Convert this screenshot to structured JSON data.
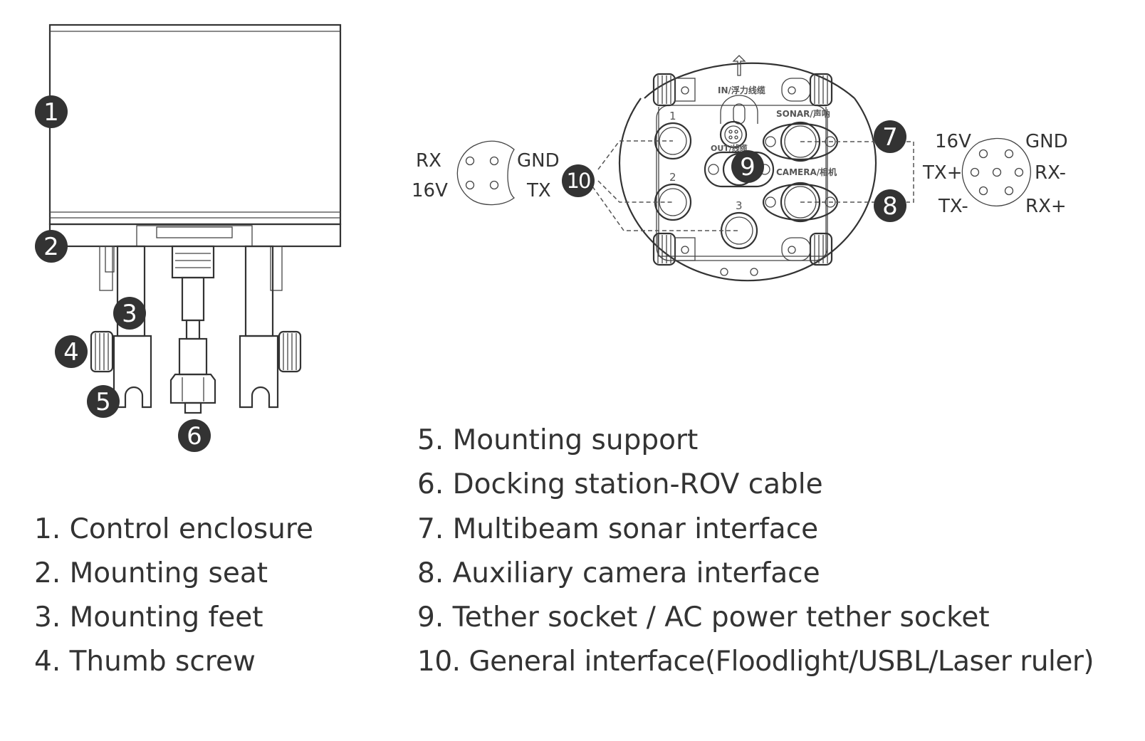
{
  "callouts": {
    "c1": "1",
    "c2": "2",
    "c3": "3",
    "c4": "4",
    "c5": "5",
    "c6": "6",
    "c7": "7",
    "c8": "8",
    "c9": "9",
    "c10": "10"
  },
  "pinout_4pin": {
    "top_left": "RX",
    "top_right": "GND",
    "bottom_left": "16V",
    "bottom_right": "TX"
  },
  "pinout_6pin": {
    "top_left": "16V",
    "top_right": "GND",
    "mid_left": "TX+",
    "mid_right": "RX-",
    "bottom_left": "TX-",
    "bottom_right": "RX+"
  },
  "panel_labels": {
    "in_label": "IN/浮力线缆",
    "sonar_label": "SONAR/声呐",
    "camera_label": "CAMERA/相机",
    "out_label": "OUT/线缆",
    "port1": "1",
    "port2": "2",
    "port3": "3"
  },
  "legend": {
    "item1": "1. Control enclosure",
    "item2": "2. Mounting seat",
    "item3": "3. Mounting feet",
    "item4": "4. Thumb screw",
    "item5": "5. Mounting support",
    "item6": "6. Docking station-ROV cable",
    "item7": "7. Multibeam sonar interface",
    "item8": "8. Auxiliary camera interface",
    "item9": "9. Tether socket / AC power tether socket",
    "item10": "10. General interface(Floodlight/USBL/Laser ruler)"
  },
  "colors": {
    "bubble": "#333333",
    "line": "#333333",
    "text": "#333333"
  }
}
